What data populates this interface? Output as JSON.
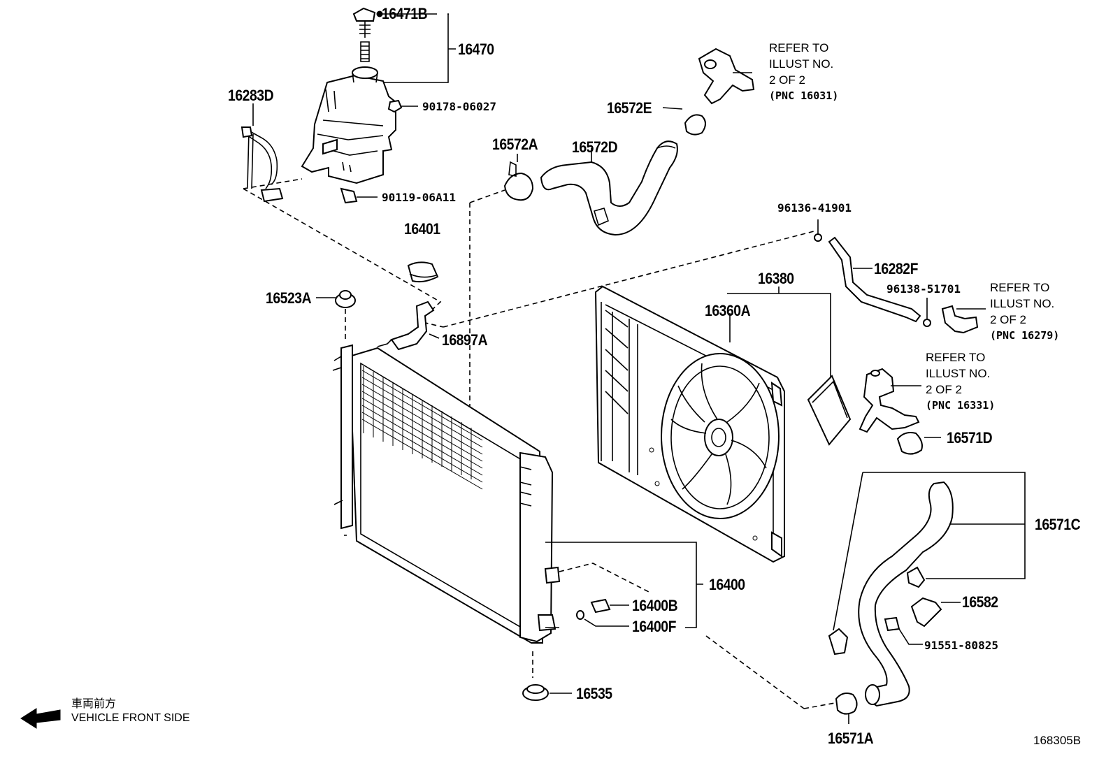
{
  "diagram": {
    "figure_id": "168305B",
    "direction_note": {
      "japanese": "車両前方",
      "english": "VEHICLE FRONT SIDE"
    },
    "labels": {
      "p16471B": "16471B",
      "p16470": "16470",
      "p16283D": "16283D",
      "p90178": "90178-06027",
      "p90119": "90119-06A11",
      "p16401": "16401",
      "p16523A": "16523A",
      "p16897A": "16897A",
      "p16572A": "16572A",
      "p16572D": "16572D",
      "p16572E": "16572E",
      "p96136": "96136-41901",
      "p16282F": "16282F",
      "p96138": "96138-51701",
      "p16380": "16380",
      "p16360A": "16360A",
      "p16571D": "16571D",
      "p16571C": "16571C",
      "p16582": "16582",
      "p91551": "91551-80825",
      "p16400": "16400",
      "p16400B": "16400B",
      "p16400F": "16400F",
      "p16535": "16535",
      "p16571A": "16571A"
    },
    "references": [
      {
        "line1": "REFER TO",
        "line2": "ILLUST NO.",
        "line3": "2 OF 2",
        "pnc": "(PNC 16031)"
      },
      {
        "line1": "REFER TO",
        "line2": "ILLUST NO.",
        "line3": "2 OF 2",
        "pnc": "(PNC 16279)"
      },
      {
        "line1": "REFER TO",
        "line2": "ILLUST NO.",
        "line3": "2 OF 2",
        "pnc": "(PNC 16331)"
      }
    ]
  }
}
